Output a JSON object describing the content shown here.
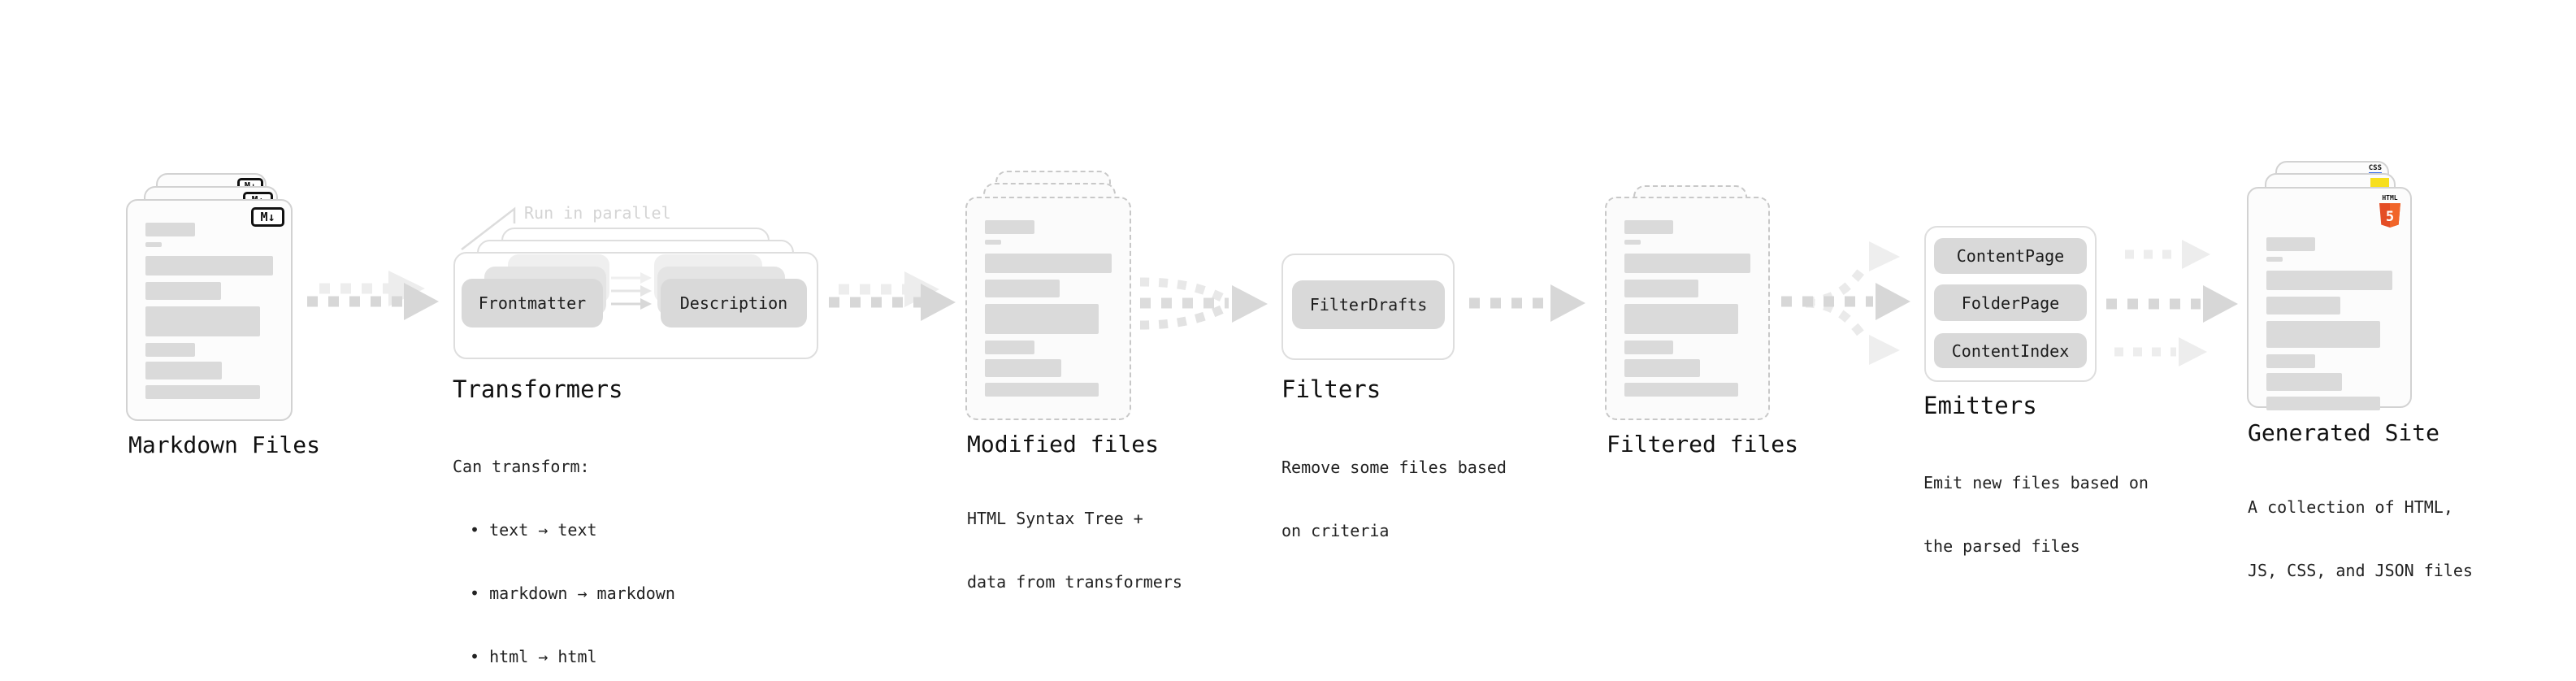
{
  "stages": {
    "markdown": {
      "label": "Markdown Files",
      "badge": "M↓"
    },
    "transformers": {
      "annotation": "Run in parallel",
      "pill_left": "Frontmatter",
      "pill_right": "Description",
      "label": "Transformers",
      "description": [
        "Can transform:",
        "• text → text",
        "• markdown → markdown",
        "• html → html"
      ]
    },
    "modified": {
      "label": "Modified files",
      "description": [
        "HTML Syntax Tree +",
        "data from transformers"
      ]
    },
    "filters": {
      "pill": "FilterDrafts",
      "label": "Filters",
      "description": [
        "Remove some files based",
        "on criteria"
      ]
    },
    "filtered": {
      "label": "Filtered files"
    },
    "emitters": {
      "pills": [
        "ContentPage",
        "FolderPage",
        "ContentIndex"
      ],
      "label": "Emitters",
      "description": [
        "Emit new files based on",
        "the parsed files"
      ]
    },
    "generated": {
      "label": "Generated Site",
      "badge_css": "CSS",
      "badge_html_label": "HTML",
      "badge_html_number": "5",
      "description": [
        "A collection of HTML,",
        "JS, CSS, and JSON files"
      ]
    }
  },
  "colors": {
    "background": "#ffffff",
    "doc_fill": "#fcfcfc",
    "doc_border": "#d2d2d2",
    "bar": "#dadada",
    "pill": "#d9d9d9",
    "arrow": "#d7d7d7",
    "arrow_faint": "#ededed",
    "annotation": "#d4d4d4",
    "title": "#111111",
    "body": "#222222",
    "css_blue": "#2b63e8",
    "js_yellow": "#f7df1e",
    "html_orange": "#e44d26",
    "html_orange_light": "#f16529"
  }
}
